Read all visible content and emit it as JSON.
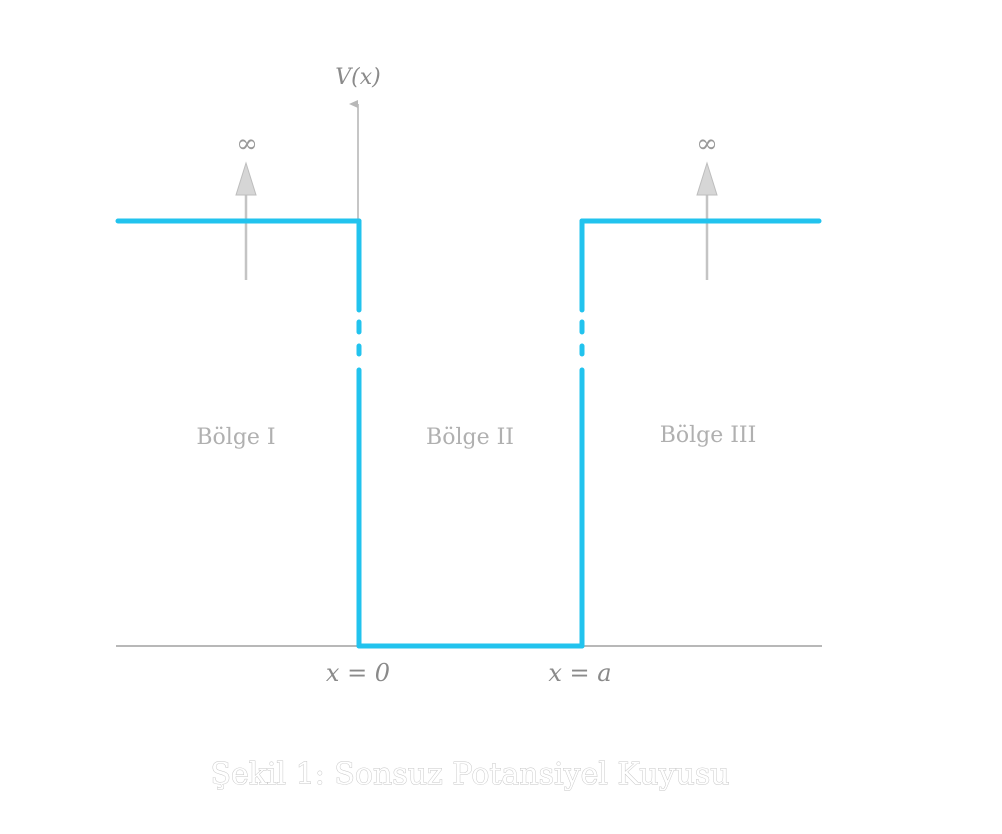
{
  "diagram": {
    "y_axis_label": "V(x)",
    "infinity_left": "∞",
    "infinity_right": "∞",
    "region_1": "Bölge I",
    "region_2": "Bölge II",
    "region_3": "Bölge III",
    "x_label_left": "x = 0",
    "x_label_right": "x = a",
    "caption": "Şekil 1: Sonsuz Potansiyel Kuyusu"
  },
  "colors": {
    "potential": "#22c3ee",
    "axis": "#b8b8b8",
    "arrow_head": "#d6d6d6"
  }
}
